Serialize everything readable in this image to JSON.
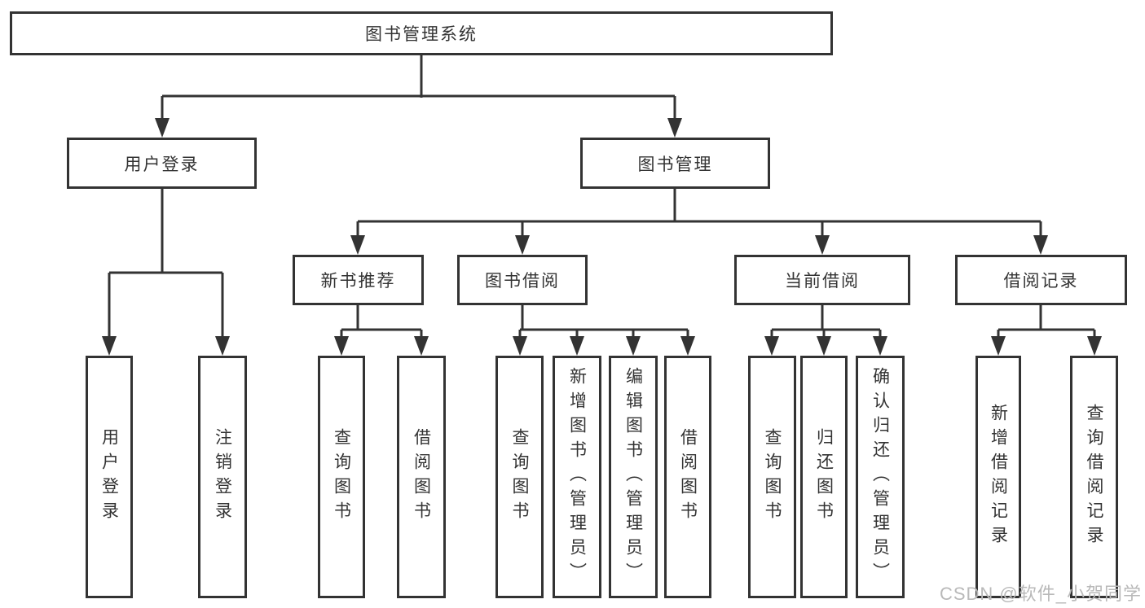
{
  "diagram": {
    "type": "hierarchy-tree",
    "tree": {
      "root": {
        "label": "图书管理系统"
      },
      "branches": [
        {
          "label": "用户登录",
          "children": [
            {
              "label": "用户登录"
            },
            {
              "label": "注销登录"
            }
          ]
        },
        {
          "label": "图书管理",
          "children": [
            {
              "label": "新书推荐",
              "children": [
                {
                  "label": "查询图书"
                },
                {
                  "label": "借阅图书"
                }
              ]
            },
            {
              "label": "图书借阅",
              "children": [
                {
                  "label": "查询图书"
                },
                {
                  "label": "新增图书（管理员）"
                },
                {
                  "label": "编辑图书（管理员）"
                },
                {
                  "label": "借阅图书"
                }
              ]
            },
            {
              "label": "当前借阅",
              "children": [
                {
                  "label": "查询图书"
                },
                {
                  "label": "归还图书"
                },
                {
                  "label": "确认归还（管理员）"
                }
              ]
            },
            {
              "label": "借阅记录",
              "children": [
                {
                  "label": "新增借阅记录"
                },
                {
                  "label": "查询借阅记录"
                }
              ]
            }
          ]
        }
      ]
    },
    "colors": {
      "line": "#333333",
      "text": "#333333",
      "background": "#ffffff",
      "watermark": "#b9b9b9"
    },
    "watermark": {
      "label": "CSDN @软件_小贺同学"
    }
  }
}
